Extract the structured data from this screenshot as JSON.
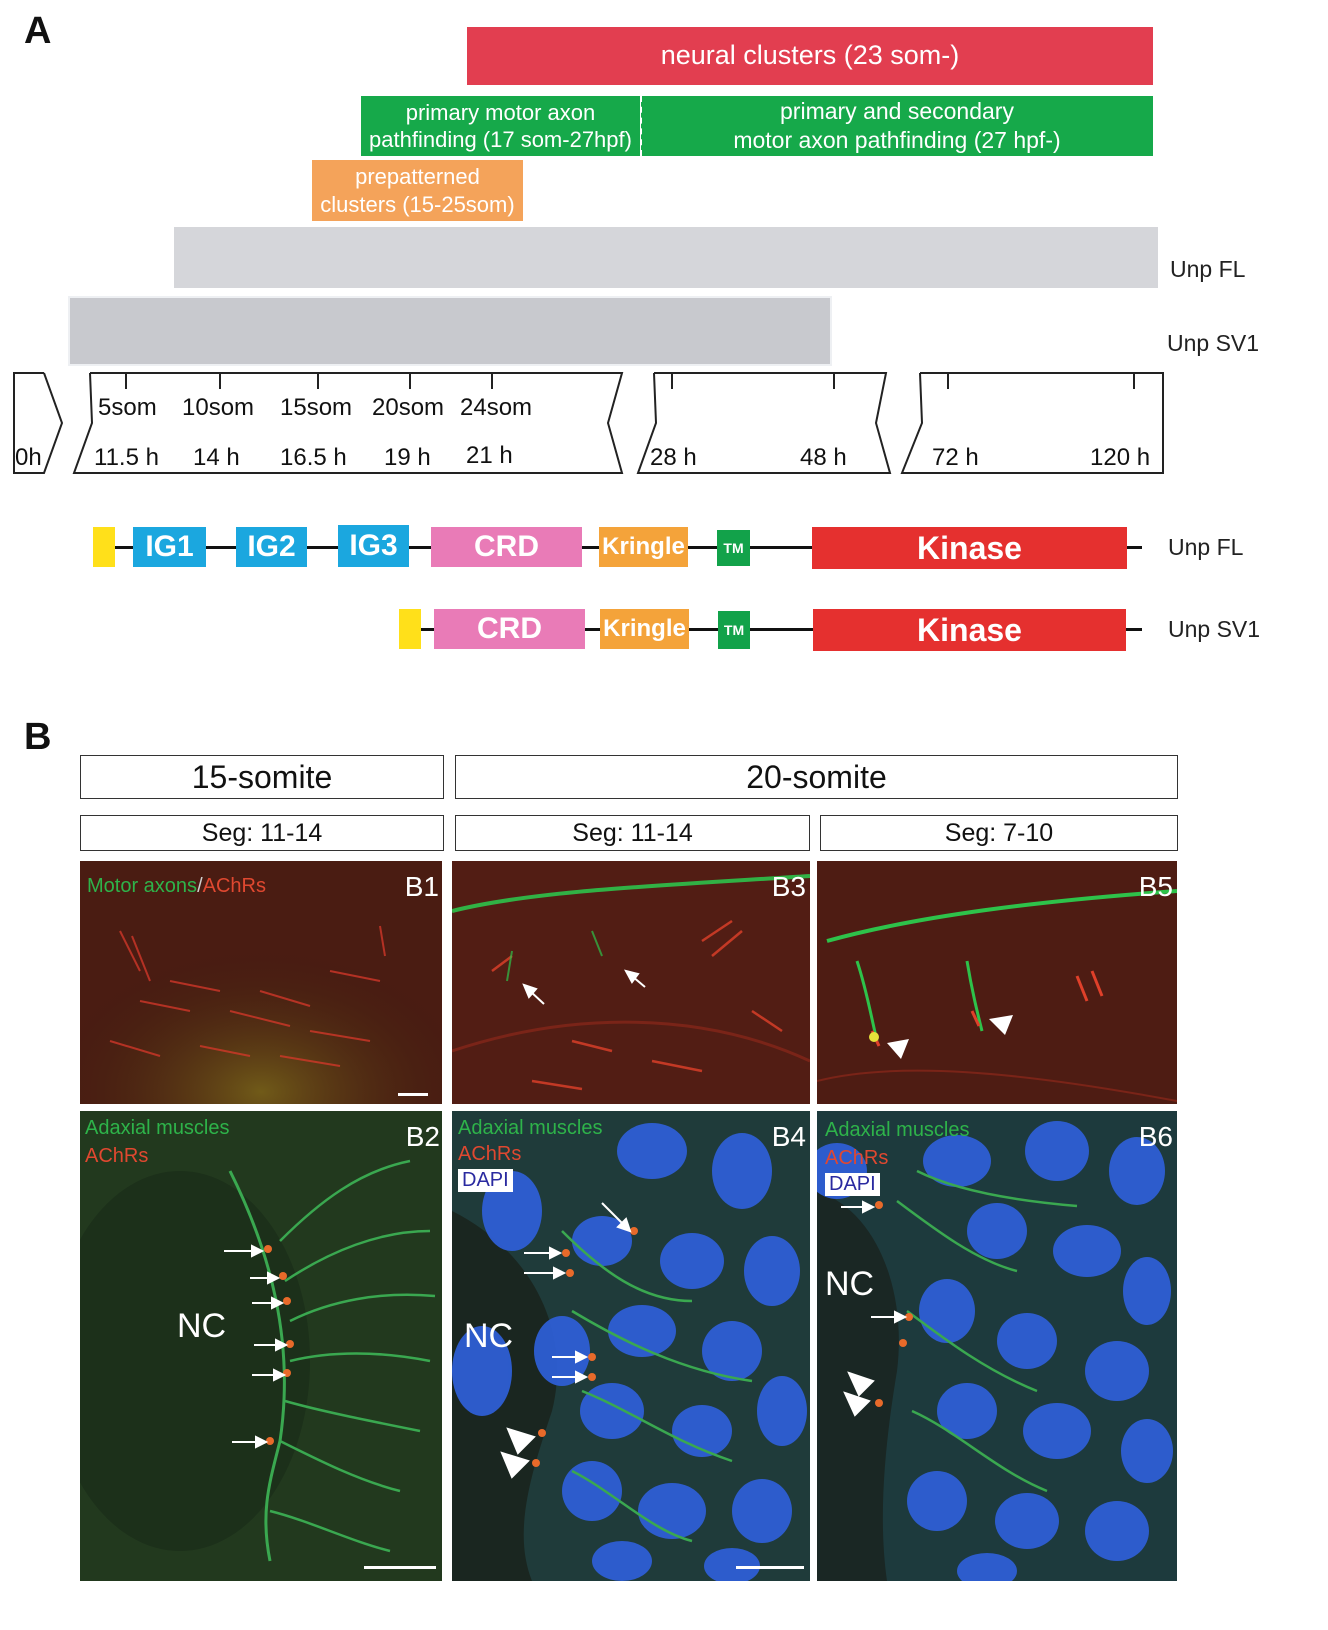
{
  "panel_a": {
    "letter": "A",
    "bars": {
      "neural": "neural clusters (23 som-)",
      "primary_l1": "primary motor axon",
      "primary_l2": "pathfinding (17 som-27hpf)",
      "secondary_l1": "primary and secondary",
      "secondary_l2": "motor axon pathfinding (27 hpf-)",
      "prepat_l1": "prepatterned",
      "prepat_l2": "clusters (15-25som)"
    },
    "isoform_labels": {
      "fl": "Unp FL",
      "sv1": "Unp SV1"
    },
    "timeline": {
      "stages": [
        "5som",
        "10som",
        "15som",
        "20som",
        "24som"
      ],
      "hours": [
        "0h",
        "11.5 h",
        "14 h",
        "16.5 h",
        "19 h",
        "21 h",
        "28 h",
        "48 h",
        "72 h",
        "120 h"
      ]
    },
    "domains": {
      "ig1": "IG1",
      "ig2": "IG2",
      "ig3": "IG3",
      "crd": "CRD",
      "kringle": "Kringle",
      "tm": "TM",
      "kinase": "Kinase"
    },
    "colors": {
      "neural": "#e23e50",
      "pathfinding": "#16a94a",
      "prepatterned": "#f4a35a",
      "grey_fl": "#d5d6da",
      "grey_sv1": "#c8c9ce",
      "signal": "#ffe01a",
      "ig": "#1ba7df",
      "crd": "#e97bb7",
      "kringle": "#f4a33a",
      "tm": "#12a24a",
      "kinase": "#e5302f"
    }
  },
  "panel_b": {
    "letter": "B",
    "stage_headers": [
      "15-somite",
      "20-somite"
    ],
    "segment_headers": [
      "Seg: 11-14",
      "Seg: 11-14",
      "Seg: 7-10"
    ],
    "panels": {
      "b1": {
        "code": "B1",
        "label_a": "Motor axons",
        "label_sep": "/",
        "label_b": "AChRs"
      },
      "b2": {
        "code": "B2",
        "label_a": "Adaxial muscles",
        "label_b": "AChRs",
        "nc": "NC"
      },
      "b3": {
        "code": "B3"
      },
      "b4": {
        "code": "B4",
        "label_a": "Adaxial muscles",
        "label_b": "AChRs",
        "label_c": "DAPI",
        "nc": "NC"
      },
      "b5": {
        "code": "B5"
      },
      "b6": {
        "code": "B6",
        "label_a": "Adaxial muscles",
        "label_b": "AChRs",
        "label_c": "DAPI",
        "nc": "NC"
      }
    }
  }
}
